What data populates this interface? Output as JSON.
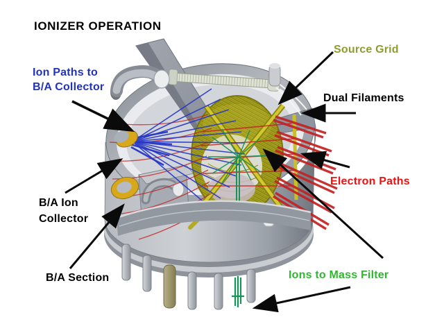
{
  "title": {
    "text": "IONIZER OPERATION",
    "color": "#000000"
  },
  "labels": {
    "ion_paths_to_ba_collector": {
      "lines": [
        "Ion Paths to",
        "B/A Collector"
      ],
      "color": "#2233bb"
    },
    "source_grid": {
      "text": "Source Grid",
      "color": "#8e9c30"
    },
    "dual_filaments": {
      "text": "Dual Filaments",
      "color": "#000000"
    },
    "electron_paths": {
      "text": "Electron Paths",
      "color": "#ee1111"
    },
    "ions_to_mass_filter": {
      "text": "Ions to Mass Filter",
      "color": "#2eb82e"
    },
    "ba_ion_collector": {
      "lines": [
        "B/A Ion",
        "Collector"
      ],
      "color": "#000000"
    },
    "ba_section": {
      "text": "B/A Section",
      "color": "#000000"
    }
  },
  "diagram": {
    "colors": {
      "background": "#ffffff",
      "housing": "#aab0b7",
      "housing_dark": "#7f848d",
      "housing_light": "#d6d8dc",
      "source_grid_mesh": "#a8a41f",
      "grid_rod": "#d0c62e",
      "electron_path": "#c32222",
      "ion_path_blue": "#2838c6",
      "ion_beam_green": "#17925b",
      "collector_gold": "#d7a81b",
      "arrow": "#0a0a0a"
    }
  }
}
